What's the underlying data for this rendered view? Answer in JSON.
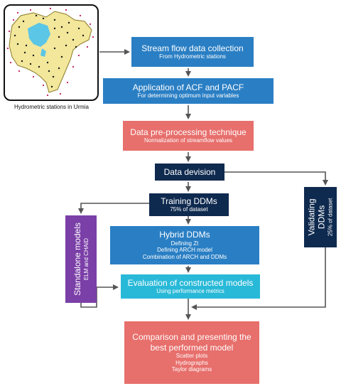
{
  "map": {
    "caption": "Hydrometric stations in Urmia"
  },
  "boxes": {
    "collection": {
      "title": "Stream flow data collection",
      "subtitle": "From Hydrometric stations"
    },
    "acf": {
      "title": "Application of ACF and PACF",
      "subtitle": "For determining optimum input variables"
    },
    "preprocess": {
      "title": "Data pre-processing technique",
      "subtitle": "Normalization of streamflow values"
    },
    "division": {
      "title": "Data devision"
    },
    "training": {
      "title": "Training DDMs",
      "subtitle": "75% of dataset"
    },
    "validating": {
      "title": "Validating DDMs",
      "subtitle": "25% of dataset"
    },
    "standalone": {
      "title": "Standalone models",
      "subtitle": "ELM and CHAID"
    },
    "hybrid": {
      "title": "Hybrid DDMs",
      "line1": "Defining Zt",
      "line2": "Defining ARCH model",
      "line3": "Combination of ARCH and DDMs"
    },
    "evaluation": {
      "title": "Evaluation of constructed models",
      "subtitle": "Using performance metrics"
    },
    "comparison": {
      "title": "Comparison and presenting the best performed model",
      "line1": "Scatter plots",
      "line2": "Hydrographs",
      "line3": "Taylor diagrams"
    }
  },
  "colors": {
    "blue": "#2a7fc4",
    "red": "#e76f6c",
    "navy": "#0f2a4f",
    "cyan": "#29b9d8",
    "purple": "#7b3fa8",
    "connector": "#555555"
  }
}
